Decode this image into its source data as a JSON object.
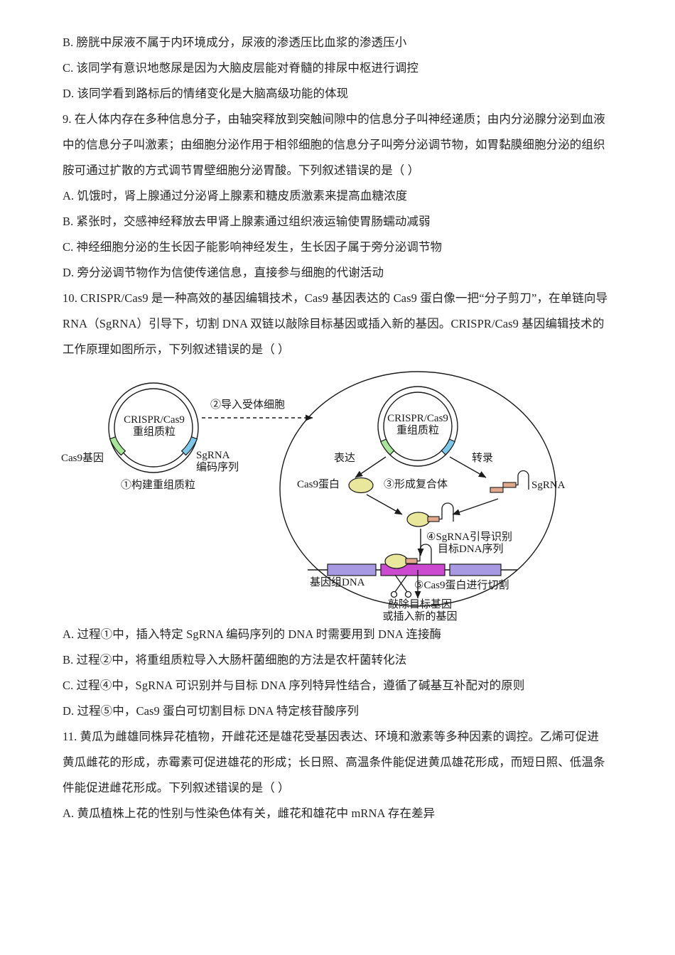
{
  "document": {
    "type": "exam-paper-page",
    "language": "zh-CN",
    "subject": "biology"
  },
  "question8_tail": {
    "options": [
      "B. 膀胱中尿液不属于内环境成分，尿液的渗透压比血浆的渗透压小",
      "C. 该同学有意识地憋尿是因为大脑皮层能对脊髓的排尿中枢进行调控",
      "D. 该同学看到路标后的情绪变化是大脑高级功能的体现"
    ]
  },
  "question9": {
    "stem_lines": [
      "9. 在人体内存在多种信息分子，由轴突释放到突触间隙中的信息分子叫神经递质；由内分泌腺分泌到血液",
      "中的信息分子叫激素；由细胞分泌作用于相邻细胞的信息分子叫旁分泌调节物，如胃黏膜细胞分泌的组织",
      "胺可通过扩散的方式调节胃壁细胞分泌胃酸。下列叙述错误的是（       ）"
    ],
    "options": [
      "A. 饥饿时，肾上腺通过分泌肾上腺素和糖皮质激素来提高血糖浓度",
      "B. 紧张时，交感神经释放去甲肾上腺素通过组织液运输使胃肠蠕动减弱",
      "C. 神经细胞分泌的生长因子能影响神经发生，生长因子属于旁分泌调节物",
      "D. 旁分泌调节物作为信使传递信息，直接参与细胞的代谢活动"
    ]
  },
  "question10": {
    "stem_lines": [
      "10. CRISPR/Cas9 是一种高效的基因编辑技术，Cas9 基因表达的 Cas9 蛋白像一把“分子剪刀”，在单链向导",
      "RNA（SgRNA）引导下，切割 DNA 双链以敲除目标基因或插入新的基因。CRISPR/Cas9 基因编辑技术的",
      "工作原理如图所示，下列叙述错误的是（       ）"
    ],
    "figure": {
      "name": "crispr-cas9-mechanism-diagram",
      "left_plasmid": {
        "inner_label_line1": "CRISPR/Cas9",
        "inner_label_line2": "重组质粒",
        "green_segment_label": "Cas9基因",
        "blue_segment_label_line1": "SgRNA",
        "blue_segment_label_line2": "编码序列",
        "step_label": "①构建重组质粒",
        "green_color": "#a8e79a",
        "blue_color": "#7cc8ea"
      },
      "transfer": {
        "step_label": "②导入受体细胞",
        "arrow_style": "dashed"
      },
      "cell": {
        "plasmid_inner_label_line1": "CRISPR/Cas9",
        "plasmid_inner_label_line2": "重组质粒",
        "express_label": "表达",
        "transcribe_label": "转录",
        "cas9_protein_label": "Cas9蛋白",
        "sgrna_label": "SgRNA",
        "step3_label": "③形成复合体",
        "step4_label_line1": "④SgRNA引导识别",
        "step4_label_line2": "目标DNA序列",
        "genome_label": "基因组DNA",
        "step5_label": "⑤Cas9蛋白进行切割",
        "result_line1": "敲除目标基因",
        "result_line2": "或插入新的基因",
        "cas9_protein_color": "#e8e79c",
        "sgrna_color": "#e0a88c",
        "genome_block_color": "#a89ae2",
        "genome_target_color": "#cc4ad0"
      }
    },
    "options": [
      "A. 过程①中，插入特定 SgRNA 编码序列的 DNA 时需要用到 DNA 连接酶",
      "B. 过程②中，将重组质粒导入大肠杆菌细胞的方法是农杆菌转化法",
      "C. 过程④中，SgRNA 可识别并与目标 DNA 序列特异性结合，遵循了碱基互补配对的原则",
      "D. 过程⑤中，Cas9 蛋白可切割目标 DNA 特定核苷酸序列"
    ]
  },
  "question11": {
    "stem_lines": [
      "11. 黄瓜为雌雄同株异花植物，开雌花还是雄花受基因表达、环境和激素等多种因素的调控。乙烯可促进",
      "黄瓜雌花的形成，赤霉素可促进雄花的形成；长日照、高温条件能促进黄瓜雄花形成，而短日照、低温条",
      "件能促进雌花形成。下列叙述错误的是（       ）"
    ],
    "options": [
      "A. 黄瓜植株上花的性别与性染色体有关，雌花和雄花中 mRNA 存在差异"
    ]
  }
}
